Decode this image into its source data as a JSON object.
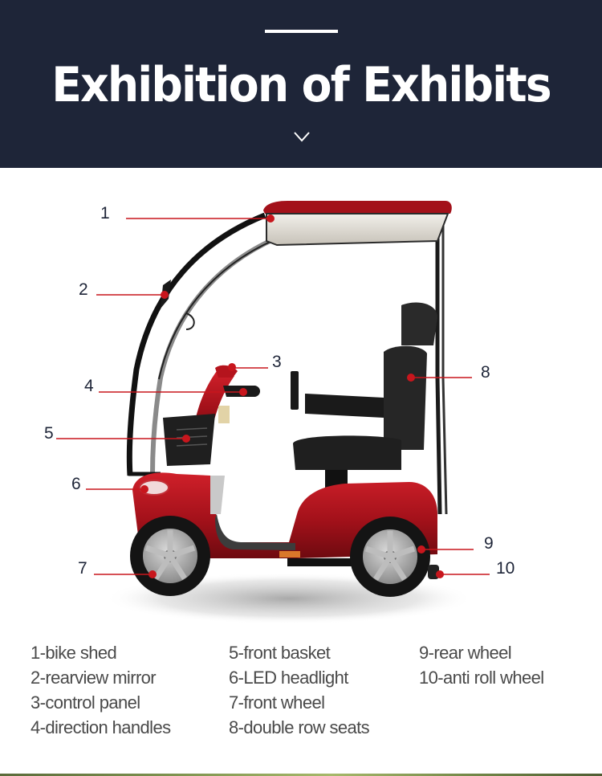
{
  "header": {
    "title": "Exhibition of Exhibits",
    "icon": "chevron-down-icon"
  },
  "colors": {
    "header_bg": "#1e2538",
    "accent_red": "#c8161d",
    "callout_text": "#1e2538",
    "legend_text": "#4a4a4a"
  },
  "product": {
    "name": "mobility scooter with canopy",
    "body_color": "#a3111a"
  },
  "callouts": [
    {
      "number": "1",
      "part": "bike shed"
    },
    {
      "number": "2",
      "part": "rearview mirror"
    },
    {
      "number": "3",
      "part": "control panel"
    },
    {
      "number": "4",
      "part": "direction handles"
    },
    {
      "number": "5",
      "part": "front basket"
    },
    {
      "number": "6",
      "part": "LED headlight"
    },
    {
      "number": "7",
      "part": "front wheel"
    },
    {
      "number": "8",
      "part": "double row seats"
    },
    {
      "number": "9",
      "part": "rear wheel"
    },
    {
      "number": "10",
      "part": "anti roll wheel"
    }
  ],
  "legend": [
    "1-bike shed",
    "5-front basket",
    "9-rear wheel",
    "2-rearview mirror",
    "6-LED headlight",
    "10-anti roll wheel",
    "3-control panel",
    "7-front wheel",
    "",
    "4-direction handles",
    "8-double row seats",
    ""
  ]
}
